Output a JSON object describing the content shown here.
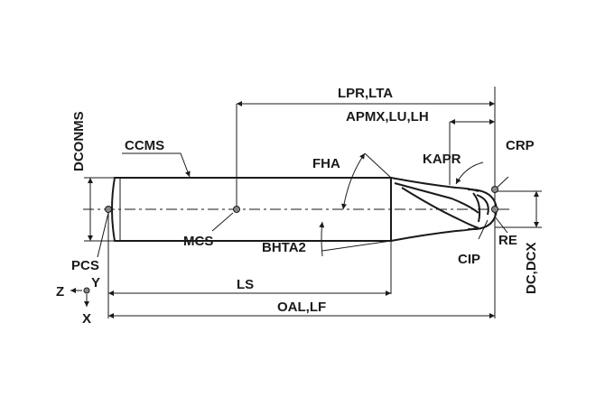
{
  "labels": {
    "lpr_lta": "LPR,LTA",
    "apmx_lu_lh": "APMX,LU,LH",
    "dconms": "DCONMS",
    "ccms": "CCMS",
    "fha": "FHA",
    "kapr": "KAPR",
    "crp": "CRP",
    "mcs": "MCS",
    "bhta2": "BHTA2",
    "re": "RE",
    "cip": "CIP",
    "pcs": "PCS",
    "dc_dcx": "DC,DCX",
    "ls": "LS",
    "oal_lf": "OAL,LF",
    "axis_z": "Z",
    "axis_y": "Y",
    "axis_x": "X"
  },
  "colors": {
    "ink": "#1a1a1a",
    "point_fill": "#8a8a8a",
    "background": "#ffffff"
  }
}
